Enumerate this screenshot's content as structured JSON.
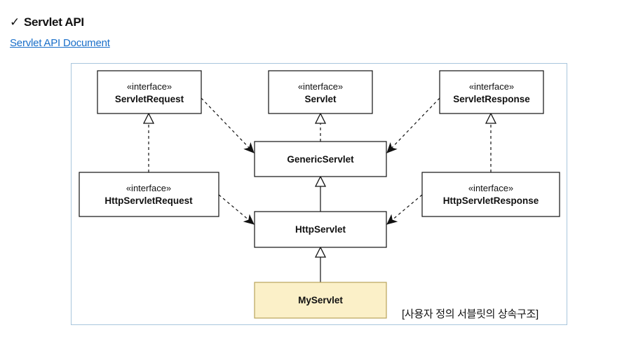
{
  "header": {
    "check_mark": "✓",
    "title": "Servlet API",
    "link_label": "Servlet API Document"
  },
  "diagram": {
    "stereotype": "«interface»",
    "nodes": {
      "servlet_request": "ServletRequest",
      "servlet": "Servlet",
      "servlet_response": "ServletResponse",
      "generic_servlet": "GenericServlet",
      "http_servlet_request": "HttpServletRequest",
      "http_servlet_response": "HttpServletResponse",
      "http_servlet": "HttpServlet",
      "my_servlet": "MyServlet"
    },
    "caption": "[사용자 정의 서블릿의 상속구조]"
  },
  "colors": {
    "link": "#1a6fc9",
    "box_fill": "#ffffff",
    "box_border": "#111111",
    "highlight_fill": "#fbf0c8",
    "highlight_border": "#b9a45a",
    "frame_border": "#a9c6dd"
  }
}
